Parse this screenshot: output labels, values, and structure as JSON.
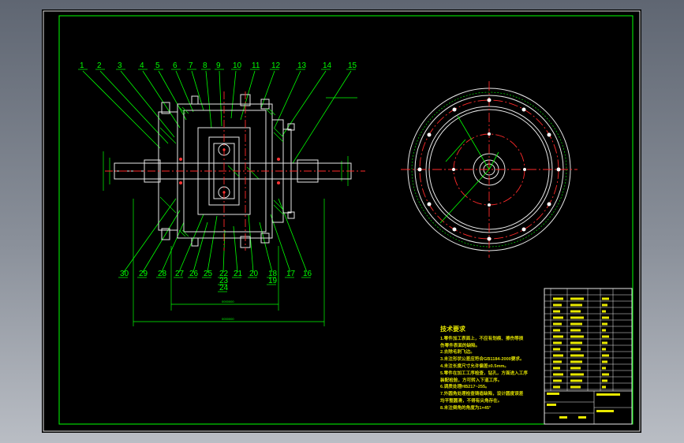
{
  "drawing": {
    "part_numbers_top": [
      "1",
      "2",
      "3",
      "4",
      "5",
      "6",
      "7",
      "8",
      "9",
      "10",
      "11",
      "12",
      "13",
      "14",
      "15"
    ],
    "part_numbers_bottom": [
      "30",
      "29",
      "28",
      "27",
      "26",
      "25",
      "22",
      "23",
      "24",
      "21",
      "20",
      "18",
      "19",
      "17",
      "16"
    ],
    "tech_requirements": {
      "title": "技术要求",
      "lines": [
        "1.零件加工表面上，不应有划痕、擦伤等损",
        "伤零件表面的缺陷。",
        "2.去除毛刺飞边。",
        "3.未注形状公差应符合GB1184-2000要求。",
        "4.未注长度尺寸允许偏差±0.5mm。",
        "5.零件在加工工序检查，钻孔，方面进入工序",
        "装配检验，方可转入下道工序。",
        "6.调质处理HB217~255。",
        "7.外圆角处理检查铸造缺陷，设计圆度误差",
        "均平整圆滑，不得有尖角存在。",
        "8.未注倒角的角度为1×45°"
      ]
    }
  }
}
